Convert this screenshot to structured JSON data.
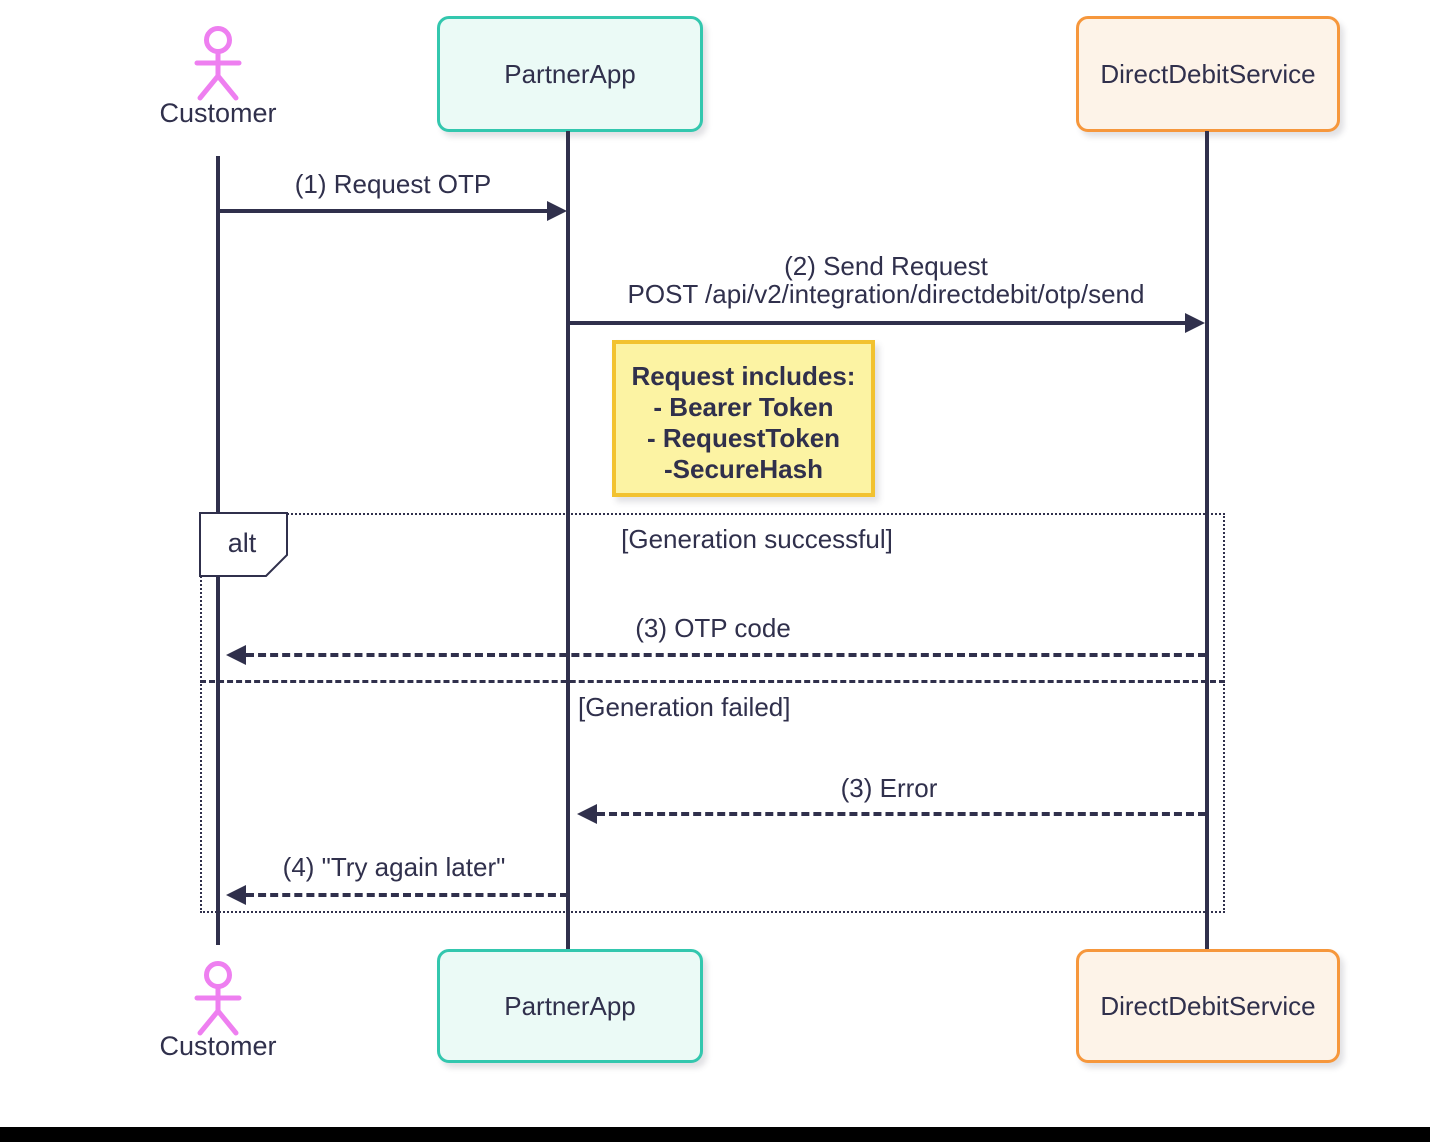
{
  "diagram_type": "uml-sequence-diagram",
  "lifelines": {
    "customer": {
      "label": "Customer",
      "kind": "actor"
    },
    "partner_app": {
      "label": "PartnerApp",
      "kind": "participant"
    },
    "direct_debit_service": {
      "label": "DirectDebitService",
      "kind": "participant"
    }
  },
  "messages": {
    "m1": {
      "label": "(1) Request OTP",
      "from": "customer",
      "to": "partner_app",
      "style": "solid"
    },
    "m2": {
      "line1": "(2) Send Request",
      "line2": "POST /api/v2/integration/directdebit/otp/send",
      "from": "partner_app",
      "to": "direct_debit_service",
      "style": "solid"
    },
    "m3_success": {
      "label": "(3) OTP code",
      "from": "direct_debit_service",
      "to": "customer",
      "style": "dashed"
    },
    "m3_error": {
      "label": "(3) Error",
      "from": "direct_debit_service",
      "to": "partner_app",
      "style": "dashed"
    },
    "m4": {
      "label": "(4) \"Try again later\"",
      "from": "partner_app",
      "to": "customer",
      "style": "dashed"
    }
  },
  "note": {
    "title": "Request includes:",
    "items": [
      "- Bearer Token",
      "- RequestToken",
      "-SecureHash"
    ]
  },
  "alt": {
    "operator": "alt",
    "guards": {
      "success": "[Generation successful]",
      "failed": "[Generation failed]"
    }
  },
  "colors": {
    "dark": "#30304c",
    "teal": "#33c7ae",
    "mint": "#ebfaf6",
    "orange": "#f6973c",
    "cream": "#fdf3e8",
    "note_fill": "#fcf3a3",
    "note_border": "#f2c230",
    "pink": "#ee7ff0",
    "bar": "#000000"
  }
}
